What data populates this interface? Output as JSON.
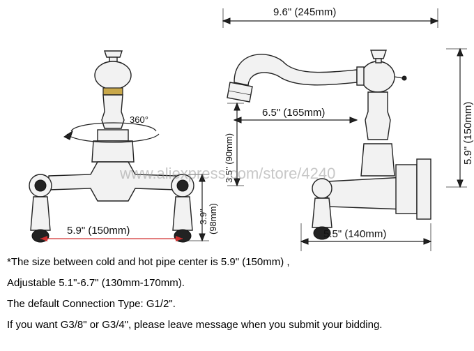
{
  "dimensions": {
    "top_width": "9.6\" (245mm)",
    "spout_reach": "6.5\" (165mm)",
    "right_height": "5.9\" (150mm)",
    "side_height": "3.5\" (90mm)",
    "front_height_in": "3.9\"",
    "front_height_mm": "(98mm)",
    "bottom_depth": "5.5\" (140mm)",
    "center_distance": "5.9\" (150mm)",
    "rotation": "360°"
  },
  "watermark": "www.aliexpress.com/store/4240",
  "notes": [
    "*The size between cold and hot pipe center is 5.9\" (150mm) ,",
    "Adjustable 5.1\"-6.7\" (130mm-170mm).",
    "The default Connection Type: G1/2\".",
    "If you want G3/8\" or G3/4\", please leave message when you submit your bidding."
  ]
}
